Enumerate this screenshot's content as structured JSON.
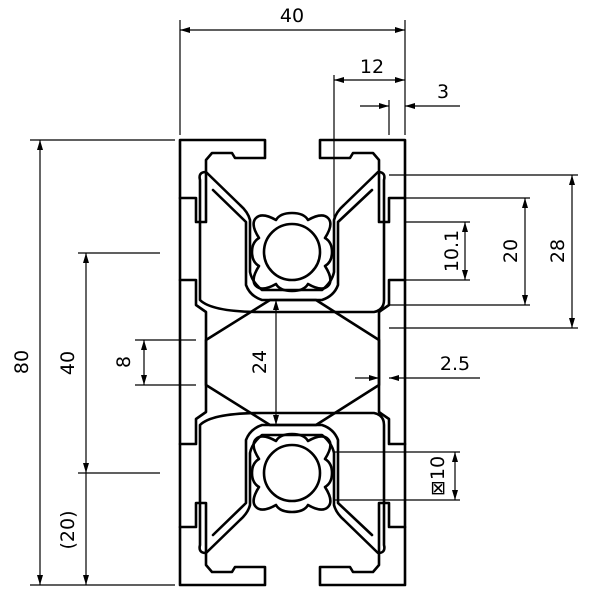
{
  "drawing": {
    "labels": {
      "overall_width": "40",
      "slot_offset": "12",
      "wall_thickness": "3",
      "overall_height": "80",
      "pitch": "40",
      "pitch_remainder": "(20)",
      "slot_opening": "10.1",
      "slot_inner": "20",
      "slot_outer": "28",
      "side_opening": "8",
      "center_cavity": "24",
      "web_thickness": "2.5",
      "core_bore": "⊠10"
    },
    "colors": {
      "line": "#000000",
      "background": "#ffffff"
    }
  }
}
